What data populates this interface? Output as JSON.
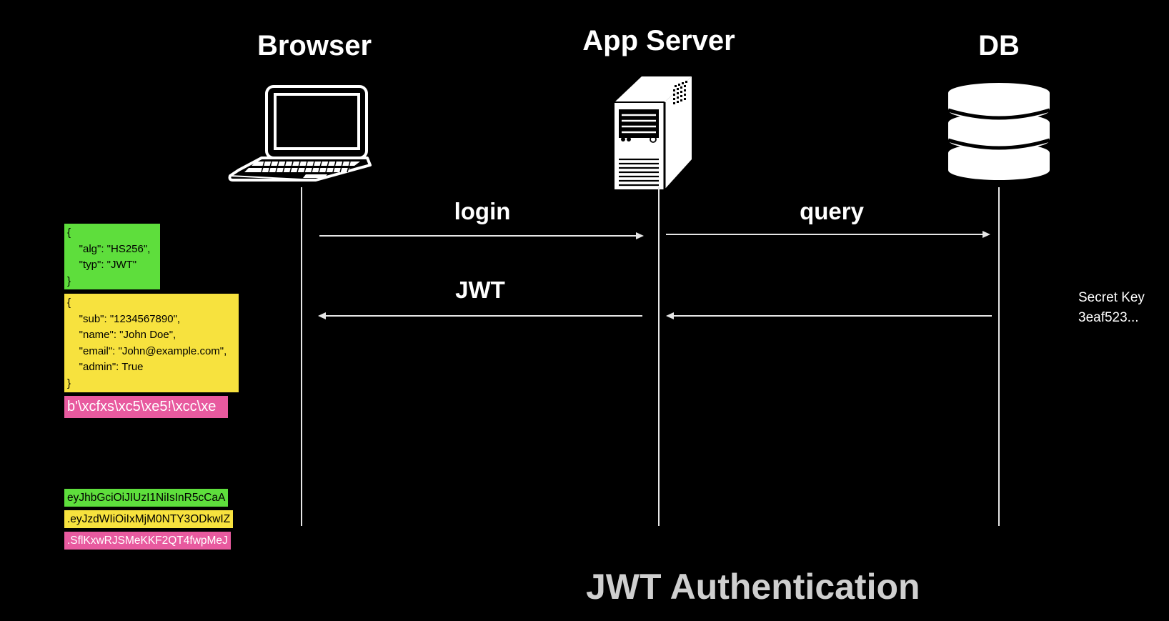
{
  "actors": {
    "browser": "Browser",
    "app_server": "App Server",
    "db": "DB"
  },
  "icons": {
    "browser": "laptop-icon",
    "app_server": "server-tower-icon",
    "db": "database-icon"
  },
  "messages": {
    "login": "login",
    "query": "query",
    "jwt": "JWT"
  },
  "secret": {
    "label": "Secret Key",
    "value": "3eaf523..."
  },
  "jwt_parts": {
    "header_lines": [
      "{",
      "    \"alg\": \"HS256\",",
      "    \"typ\": \"JWT\"",
      "}"
    ],
    "payload_lines": [
      "{",
      "    \"sub\": \"1234567890\",",
      "    \"name\": \"John Doe\",",
      "    \"email\": \"John@example.com\",",
      "    \"admin\": True",
      "}"
    ],
    "signature_bytes": "b'\\xcfxs\\xc5\\xe5!\\xcc\\xe"
  },
  "encoded_token": {
    "header": "eyJhbGciOiJIUzI1NiIsInR5cCaA",
    "payload": ".eyJzdWIiOiIxMjM0NTY3ODkwIZ",
    "signature": ".SflKxwRJSMeKKF2QT4fwpMeJ"
  },
  "footer": {
    "title": "JWT Authentication"
  },
  "colors": {
    "header_box": "#5ede3c",
    "payload_box": "#f7e23e",
    "signature_box": "#e85a9f",
    "background": "#000000",
    "lines": "#e6e6e6"
  }
}
